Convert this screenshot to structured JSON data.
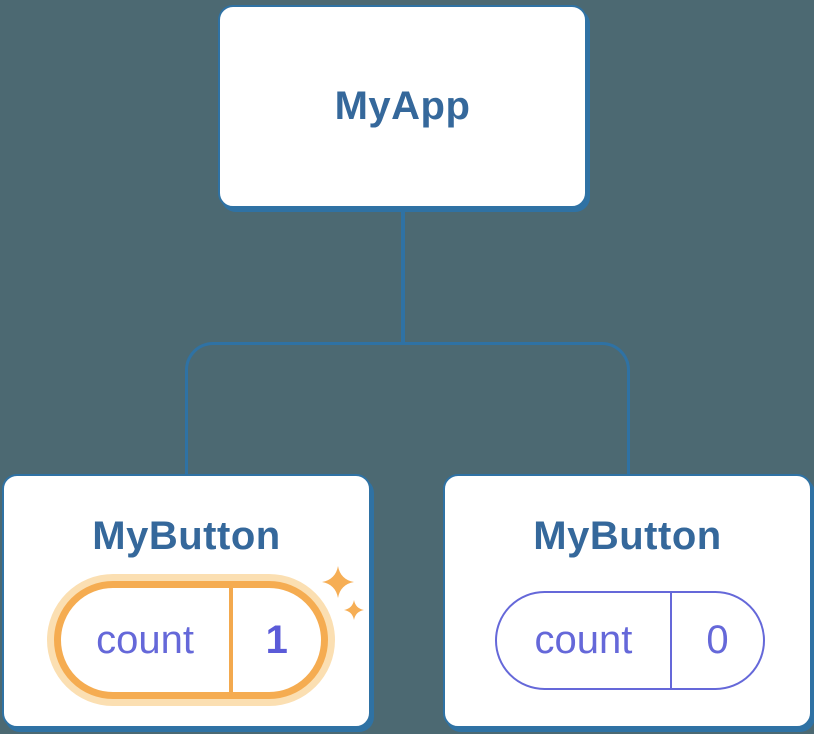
{
  "diagram": {
    "root": {
      "label": "MyApp"
    },
    "children": [
      {
        "label": "MyButton",
        "state_name": "count",
        "state_value": "1",
        "highlighted": true
      },
      {
        "label": "MyButton",
        "state_name": "count",
        "state_value": "0",
        "highlighted": false
      }
    ]
  },
  "icons": {
    "sparkle_large": "sparkle-icon",
    "sparkle_small": "sparkle-icon"
  },
  "colors": {
    "background": "#4C6972",
    "connector": "#2F72A4",
    "node_border": "#2F72A4",
    "node_label_text": "#35689B",
    "state_text": "#6568D9",
    "state_value_highlighted": "#5B5BD8",
    "highlight_border": "#F5AC51",
    "highlight_glow": "#FBDFB2",
    "highlight_divider": "#F3A94E",
    "sparkle": "#F6AE55"
  }
}
